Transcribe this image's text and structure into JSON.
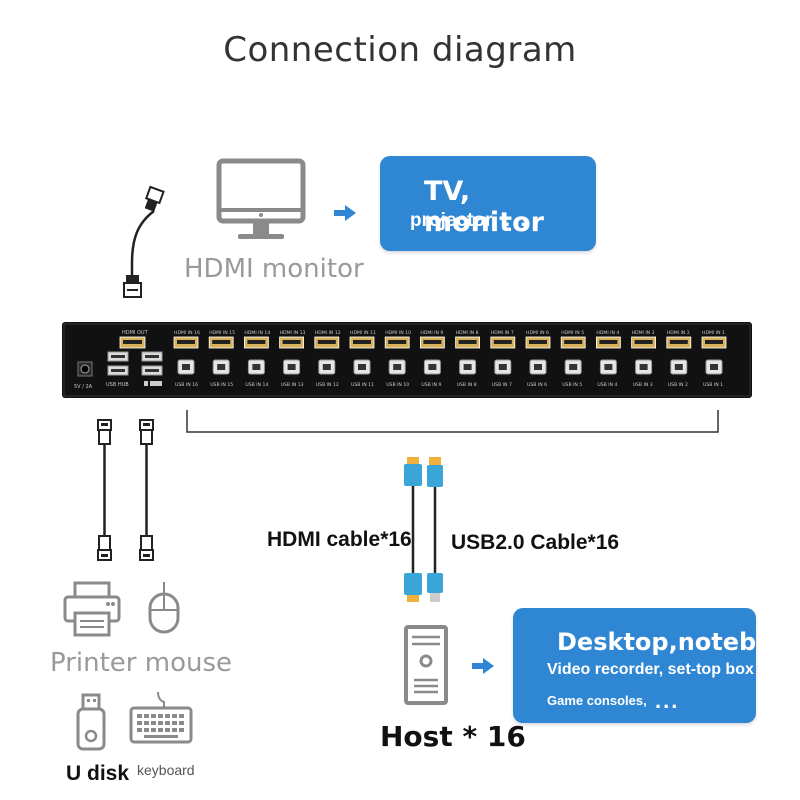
{
  "title": "Connection diagram",
  "hdmi_monitor_label": "HDMI monitor",
  "display_box": {
    "line1": "TV, monitor",
    "line2": "projector",
    "dots": "..."
  },
  "hdmi_cable_label": "HDMI cable*16",
  "usb_cable_label": "USB2.0 Cable*16",
  "peripherals": {
    "printer_mouse": "Printer mouse",
    "udisk": "U disk",
    "keyboard": "keyboard"
  },
  "host_label": "Host * 16",
  "host_box": {
    "line1": "Desktop,notebook",
    "line2": "Video recorder, set-top box",
    "line3": "Game consoles,",
    "dots": "..."
  },
  "device": {
    "hdmi_out": "HDMI OUT",
    "usb_hub": "USB HUB",
    "power": "5V / 2A",
    "hdmi_ports": [
      "HDMI IN 16",
      "HDMI IN 15",
      "HDMI IN 14",
      "HDMI IN 13",
      "HDMI IN 12",
      "HDMI IN 11",
      "HDMI IN 10",
      "HDMI IN 9",
      "HDMI IN 8",
      "HDMI IN 7",
      "HDMI IN 6",
      "HDMI IN 5",
      "HDMI IN 4",
      "HDMI IN 3",
      "HDMI IN 2",
      "HDMI IN 1"
    ],
    "usb_ports": [
      "USB IN 16",
      "USB IN 15",
      "USB IN 14",
      "USB IN 13",
      "USB IN 12",
      "USB IN 11",
      "USB IN 10",
      "USB IN 9",
      "USB IN 8",
      "USB IN 7",
      "USB IN 6",
      "USB IN 5",
      "USB IN 4",
      "USB IN 3",
      "USB IN 2",
      "USB IN 1"
    ]
  },
  "colors": {
    "accent_blue": "#2f86d3",
    "arrow_blue": "#2f86d3",
    "cable_blue": "#3aa6d8",
    "device_black": "#111111"
  }
}
